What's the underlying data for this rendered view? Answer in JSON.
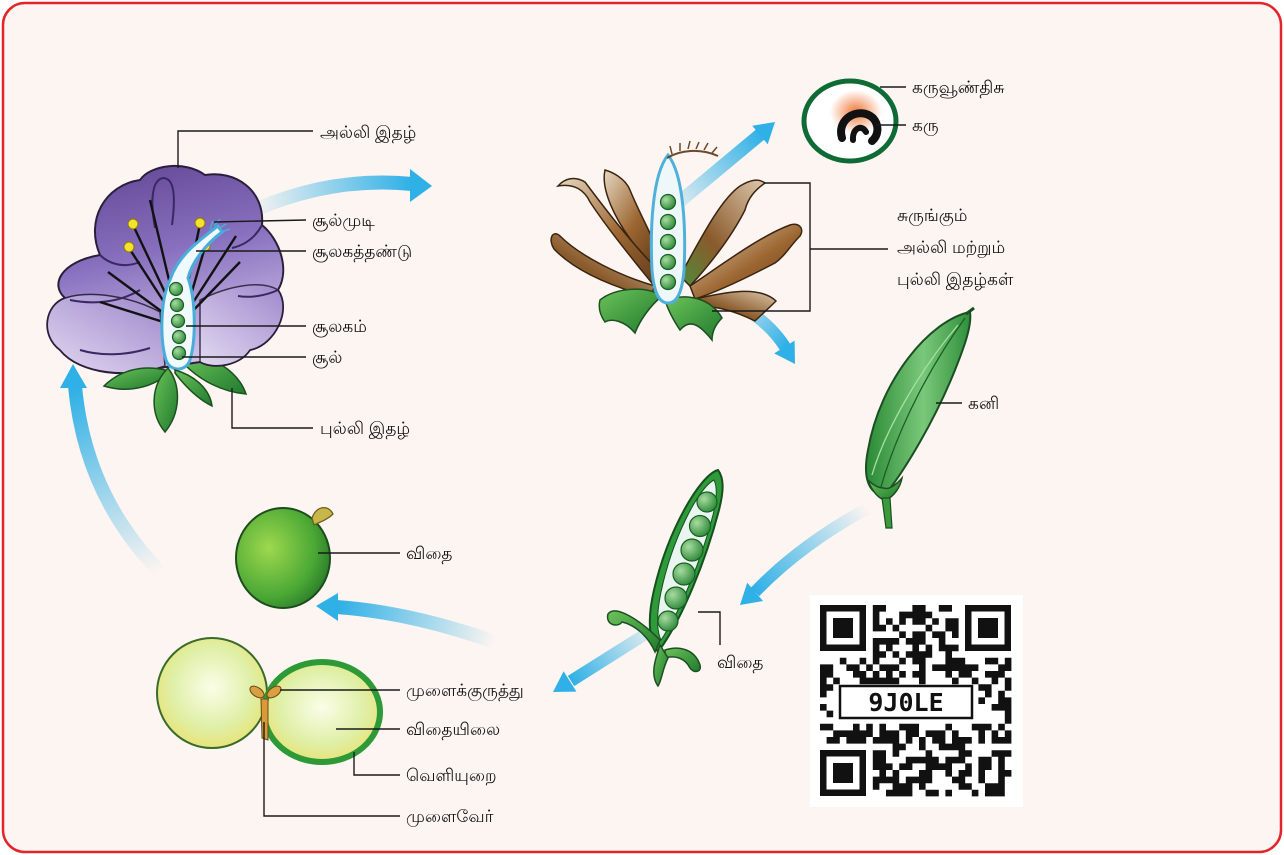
{
  "diagram": {
    "flower": {
      "petal": "அல்லி இதழ்",
      "stigma": "சூல்முடி",
      "style": "சூலகத்தண்டு",
      "ovary": "சூலகம்",
      "ovule": "சூல்",
      "sepal": "புல்லி இதழ்"
    },
    "seed_section": {
      "endosperm": "கருவூண்திசு",
      "embryo": "கரு"
    },
    "withered_flower": {
      "label_lines": [
        "சுருங்கும்",
        "அல்லி மற்றும்",
        "புல்லி இதழ்கள்"
      ]
    },
    "fruit": {
      "label": "கனி"
    },
    "pod": {
      "seed_label": "விதை"
    },
    "seed": {
      "label": "விதை"
    },
    "germinating_seed": {
      "plumule": "முளைக்குருத்து",
      "cotyledon": "விதையிலை",
      "seed_coat": "வெளியுறை",
      "radicle": "முளைவேர்"
    },
    "qr": {
      "code": "9J0LE"
    }
  },
  "colors": {
    "frame": "#e2252b",
    "background": "#fdf5f1",
    "arrow": "#2fb0e6",
    "petal": "#7b5fb0",
    "leaf": "#3a9a3d"
  }
}
